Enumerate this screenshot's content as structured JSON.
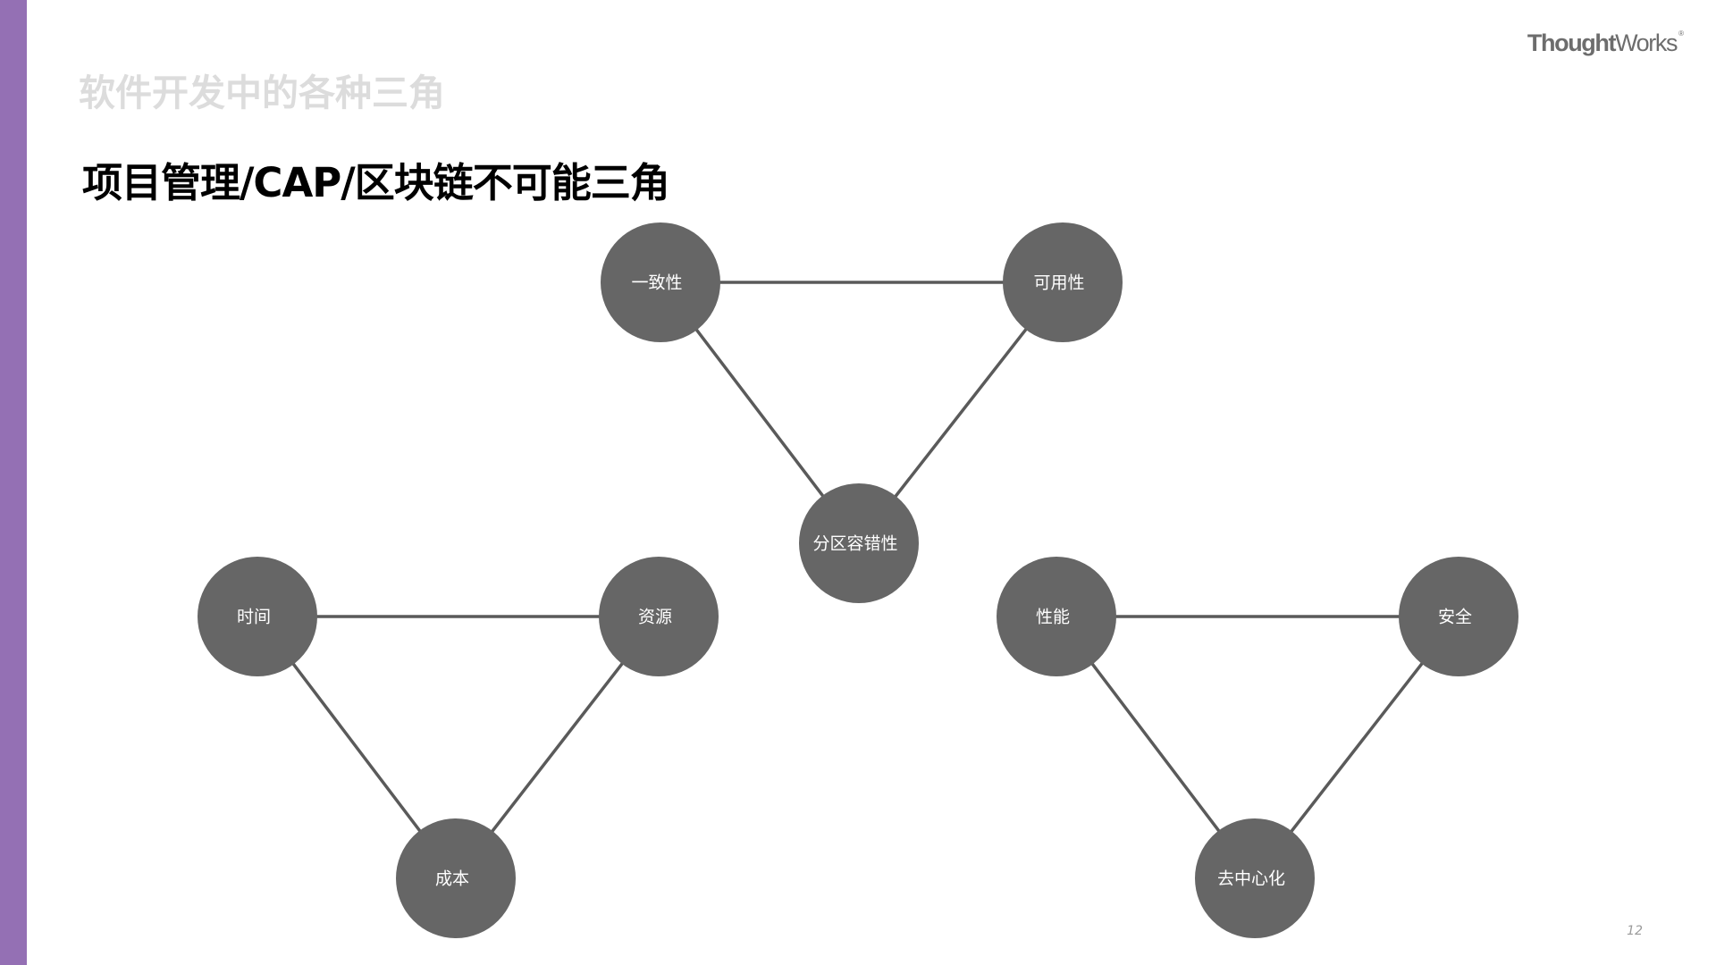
{
  "slide": {
    "section_title": "软件开发中的各种三角",
    "title": "项目管理/CAP/区块链不可能三角",
    "logo": {
      "text_bold": "Thought",
      "text_regular": "Works",
      "mark": "®"
    },
    "page_number": "12"
  },
  "colors": {
    "accent_bar": "#9470b4",
    "node_fill": "#666666",
    "edge_stroke": "#5a5a5a",
    "node_text": "#ffffff"
  },
  "triangles": [
    {
      "nodes": [
        "一致性",
        "可用性",
        "分区容错性"
      ]
    },
    {
      "nodes": [
        "时间",
        "资源",
        "成本"
      ]
    },
    {
      "nodes": [
        "性能",
        "安全",
        "去中心化"
      ]
    }
  ]
}
